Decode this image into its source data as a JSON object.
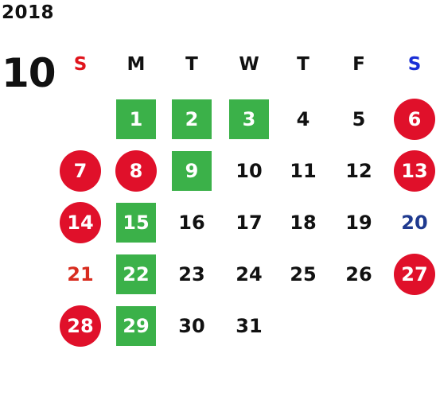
{
  "calendar": {
    "year": "2018",
    "month": "10",
    "colors": {
      "text": "#111111",
      "sunday_header": "#e0141c",
      "saturday_header": "#1a2fd6",
      "holiday_circle": "#e0102a",
      "special_square": "#3bb149",
      "sunday_plain": "#d82c1f",
      "saturday_plain": "#1f3a8f"
    },
    "weekdays": [
      {
        "label": "S",
        "kind": "sunday"
      },
      {
        "label": "M",
        "kind": "weekday"
      },
      {
        "label": "T",
        "kind": "weekday"
      },
      {
        "label": "W",
        "kind": "weekday"
      },
      {
        "label": "T",
        "kind": "weekday"
      },
      {
        "label": "F",
        "kind": "weekday"
      },
      {
        "label": "S",
        "kind": "saturday"
      }
    ],
    "days": [
      {
        "label": "1",
        "col": 1,
        "row": 0,
        "style": "special"
      },
      {
        "label": "2",
        "col": 2,
        "row": 0,
        "style": "special"
      },
      {
        "label": "3",
        "col": 3,
        "row": 0,
        "style": "special"
      },
      {
        "label": "4",
        "col": 4,
        "row": 0,
        "style": "plain"
      },
      {
        "label": "5",
        "col": 5,
        "row": 0,
        "style": "plain"
      },
      {
        "label": "6",
        "col": 6,
        "row": 0,
        "style": "holiday"
      },
      {
        "label": "7",
        "col": 0,
        "row": 1,
        "style": "holiday"
      },
      {
        "label": "8",
        "col": 1,
        "row": 1,
        "style": "holiday"
      },
      {
        "label": "9",
        "col": 2,
        "row": 1,
        "style": "special"
      },
      {
        "label": "10",
        "col": 3,
        "row": 1,
        "style": "plain"
      },
      {
        "label": "11",
        "col": 4,
        "row": 1,
        "style": "plain"
      },
      {
        "label": "12",
        "col": 5,
        "row": 1,
        "style": "plain"
      },
      {
        "label": "13",
        "col": 6,
        "row": 1,
        "style": "holiday"
      },
      {
        "label": "14",
        "col": 0,
        "row": 2,
        "style": "holiday"
      },
      {
        "label": "15",
        "col": 1,
        "row": 2,
        "style": "special"
      },
      {
        "label": "16",
        "col": 2,
        "row": 2,
        "style": "plain"
      },
      {
        "label": "17",
        "col": 3,
        "row": 2,
        "style": "plain"
      },
      {
        "label": "18",
        "col": 4,
        "row": 2,
        "style": "plain"
      },
      {
        "label": "19",
        "col": 5,
        "row": 2,
        "style": "plain"
      },
      {
        "label": "20",
        "col": 6,
        "row": 2,
        "style": "saturday"
      },
      {
        "label": "21",
        "col": 0,
        "row": 3,
        "style": "sunday"
      },
      {
        "label": "22",
        "col": 1,
        "row": 3,
        "style": "special"
      },
      {
        "label": "23",
        "col": 2,
        "row": 3,
        "style": "plain"
      },
      {
        "label": "24",
        "col": 3,
        "row": 3,
        "style": "plain"
      },
      {
        "label": "25",
        "col": 4,
        "row": 3,
        "style": "plain"
      },
      {
        "label": "26",
        "col": 5,
        "row": 3,
        "style": "plain"
      },
      {
        "label": "27",
        "col": 6,
        "row": 3,
        "style": "holiday"
      },
      {
        "label": "28",
        "col": 0,
        "row": 4,
        "style": "holiday"
      },
      {
        "label": "29",
        "col": 1,
        "row": 4,
        "style": "special"
      },
      {
        "label": "30",
        "col": 2,
        "row": 4,
        "style": "plain"
      },
      {
        "label": "31",
        "col": 3,
        "row": 4,
        "style": "plain"
      }
    ]
  }
}
